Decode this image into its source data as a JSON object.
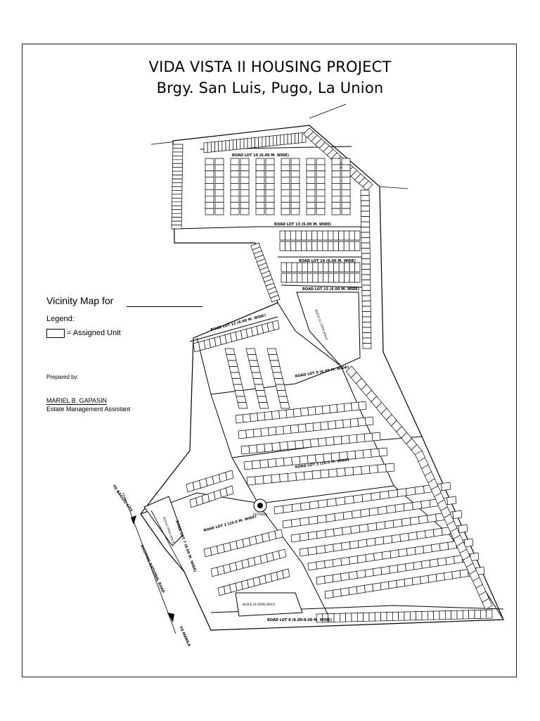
{
  "title": {
    "line1": "VIDA VISTA II HOUSING PROJECT",
    "line2": "Brgy. San Luis, Pugo, La Union"
  },
  "side_panel": {
    "vicinity_label": "Vicinity Map for",
    "legend_label": "Legend:",
    "legend_item": "= Assigned Unit",
    "prepared_by": "Prepared by:",
    "preparer_name": "MARIEL B. GAPASIN",
    "preparer_title": "Estate Management Assistant"
  },
  "map_labels": {
    "road_lot_10": "ROAD LOT 10 (6.00 M. WIDE)",
    "road_lot_13": "ROAD LOT 13 (6.00 M. WIDE)",
    "road_lot_14": "ROAD LOT 14 (6.00 M. WIDE)",
    "road_lot_15": "ROAD LOT 15 (6.00 M. WIDE)",
    "road_lot_12": "ROAD LOT 12 (6.00 M. WIDE)",
    "road_lot_9": "ROAD LOT 9 (6.00 M. WIDE)",
    "road_lot_3": "ROAD LOT 3 (10.0 M. WIDE)",
    "road_lot_1": "ROAD LOT 1 (10.0 M. WIDE)",
    "road_lot_8": "ROAD LOT 8 (6.00-8.00 M. WIDE)",
    "road_lot_7": "ROAD LOT 7 (6.00 M. WIDE)",
    "block_21": "BLOCK 21 OPEN SPACE",
    "block_34": "BLOCK 34 OPEN SPACE",
    "block_open": "BLOCK OPEN SPACE",
    "to_baguio": "TO BAGUIO CITY",
    "to_manila": "TO MANILA",
    "national_road": "EXISTING NATIONAL ROAD",
    "rotunda": "ROTUNDA"
  }
}
